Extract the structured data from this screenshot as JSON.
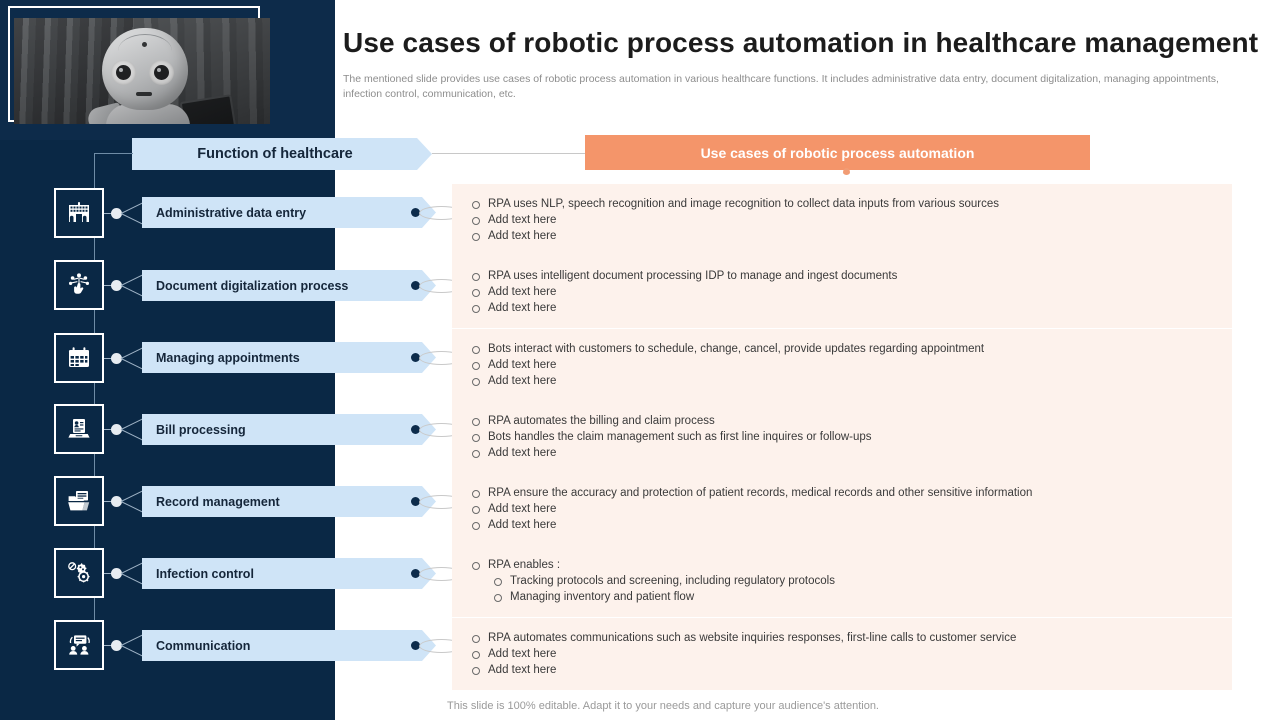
{
  "header": {
    "title": "Use cases of robotic process automation in healthcare management",
    "subtitle": "The mentioned slide provides use cases of robotic process automation in various healthcare functions. It includes administrative data entry, document digitalization, managing appointments, infection control, communication, etc.",
    "photo_alt": "robot-photo"
  },
  "columns": {
    "left_label": "Function of healthcare",
    "right_label": "Use cases of robotic process automation"
  },
  "colors": {
    "navy": "#0a2845",
    "pill_blue": "#cfe4f7",
    "accent_orange": "#f4956a",
    "panel_bg": "#fdf2ec",
    "dot_orange": "#f2a07a",
    "dot_navy": "#0d2c4c"
  },
  "rows": [
    {
      "icon": "hospital-building-icon",
      "label": "Administrative data entry",
      "bullets": [
        {
          "text": "RPA uses NLP, speech recognition and image recognition to collect data inputs from various  sources",
          "level": 1
        },
        {
          "text": "Add text here",
          "level": 1
        },
        {
          "text": "Add text here",
          "level": 1
        }
      ]
    },
    {
      "icon": "digital-hand-icon",
      "label": "Document digitalization process",
      "bullets": [
        {
          "text": "RPA uses intelligent document processing IDP to manage and ingest documents",
          "level": 1
        },
        {
          "text": "Add text here",
          "level": 1
        },
        {
          "text": "Add text here",
          "level": 1
        }
      ]
    },
    {
      "icon": "calendar-icon",
      "label": "Managing appointments",
      "bullets": [
        {
          "text": "Bots interact with customers to schedule, change, cancel, provide updates regarding  appointment",
          "level": 1
        },
        {
          "text": "Add text here",
          "level": 1
        },
        {
          "text": "Add text here",
          "level": 1
        }
      ]
    },
    {
      "icon": "laptop-invoice-icon",
      "label": "Bill processing",
      "bullets": [
        {
          "text": "RPA automates the billing and claim process",
          "level": 1
        },
        {
          "text": "Bots handles the claim management such as first line inquires or follow-ups",
          "level": 1
        },
        {
          "text": "Add text here",
          "level": 1
        }
      ]
    },
    {
      "icon": "folder-records-icon",
      "label": "Record management",
      "bullets": [
        {
          "text": "RPA ensure the accuracy and protection of patient records, medical records and other sensitive information",
          "level": 1
        },
        {
          "text": "Add text here",
          "level": 1
        },
        {
          "text": "Add text here",
          "level": 1
        }
      ]
    },
    {
      "icon": "virus-block-icon",
      "label": "Infection control",
      "bullets": [
        {
          "text": "RPA enables :",
          "level": 1
        },
        {
          "text": "Tracking protocols and screening, including regulatory protocols",
          "level": 2
        },
        {
          "text": "Managing inventory and patient flow",
          "level": 2
        }
      ]
    },
    {
      "icon": "chat-users-icon",
      "label": "Communication",
      "bullets": [
        {
          "text": "RPA automates communications such as website inquiries responses, first-line calls to customer service",
          "level": 1
        },
        {
          "text": "Add text here",
          "level": 1
        },
        {
          "text": "Add text here",
          "level": 1
        }
      ]
    }
  ],
  "footer": {
    "note": "This slide is 100% editable. Adapt it to your needs and capture your audience's attention."
  }
}
